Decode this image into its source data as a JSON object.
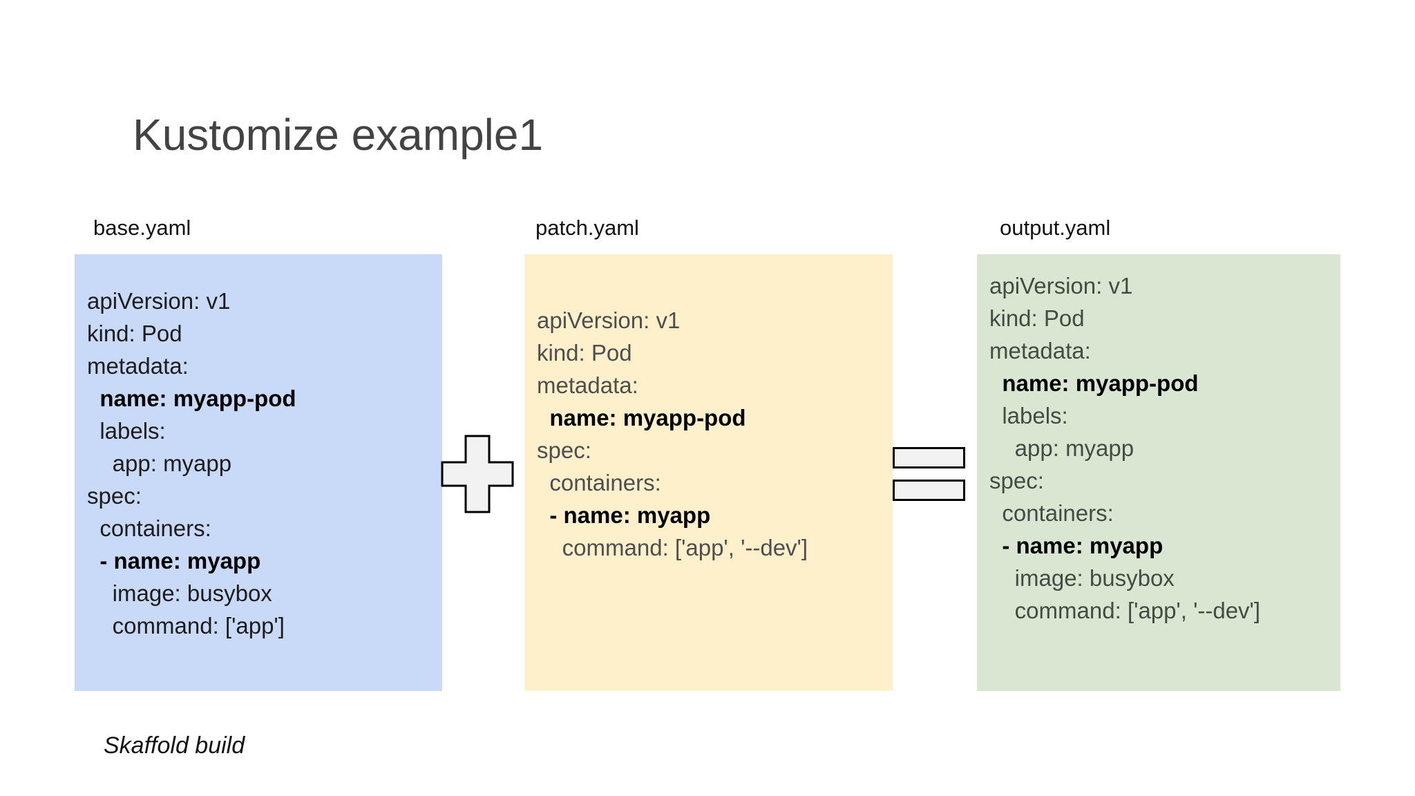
{
  "title": "Kustomize example1",
  "caption": "Skaffold build",
  "colors": {
    "base_bg": "#c9daf8",
    "patch_bg": "#fdf0cb",
    "output_bg": "#d9e7d2",
    "operator_fill": "#f2f2f2",
    "operator_border": "#000000",
    "title_color": "#434343"
  },
  "operators": [
    {
      "name": "plus",
      "between": [
        "base.yaml",
        "patch.yaml"
      ]
    },
    {
      "name": "equals",
      "between": [
        "patch.yaml",
        "output.yaml"
      ]
    }
  ],
  "files": [
    {
      "label": "base.yaml",
      "lines": [
        {
          "text": "apiVersion: v1",
          "bold": false
        },
        {
          "text": "kind: Pod",
          "bold": false
        },
        {
          "text": "metadata:",
          "bold": false
        },
        {
          "text": "  name: myapp-pod",
          "bold": true
        },
        {
          "text": "  labels:",
          "bold": false
        },
        {
          "text": "    app: myapp",
          "bold": false
        },
        {
          "text": "spec:",
          "bold": false
        },
        {
          "text": "  containers:",
          "bold": false
        },
        {
          "text": "  - name: myapp",
          "bold": true
        },
        {
          "text": "    image: busybox",
          "bold": false
        },
        {
          "text": "    command: ['app']",
          "bold": false
        }
      ]
    },
    {
      "label": "patch.yaml",
      "lines": [
        {
          "text": "apiVersion: v1",
          "bold": false
        },
        {
          "text": "kind: Pod",
          "bold": false
        },
        {
          "text": "metadata:",
          "bold": false
        },
        {
          "text": "  name: myapp-pod",
          "bold": true
        },
        {
          "text": "spec:",
          "bold": false
        },
        {
          "text": "  containers:",
          "bold": false
        },
        {
          "text": "  - name: myapp",
          "bold": true
        },
        {
          "text": "    command: ['app', '--dev']",
          "bold": false
        }
      ]
    },
    {
      "label": "output.yaml",
      "lines": [
        {
          "text": "apiVersion: v1",
          "bold": false
        },
        {
          "text": "kind: Pod",
          "bold": false
        },
        {
          "text": "metadata:",
          "bold": false
        },
        {
          "text": "  name: myapp-pod",
          "bold": true
        },
        {
          "text": "  labels:",
          "bold": false
        },
        {
          "text": "    app: myapp",
          "bold": false
        },
        {
          "text": "spec:",
          "bold": false
        },
        {
          "text": "  containers:",
          "bold": false
        },
        {
          "text": "  - name: myapp",
          "bold": true
        },
        {
          "text": "    image: busybox",
          "bold": false
        },
        {
          "text": "    command: ['app', '--dev']",
          "bold": false
        }
      ]
    }
  ]
}
